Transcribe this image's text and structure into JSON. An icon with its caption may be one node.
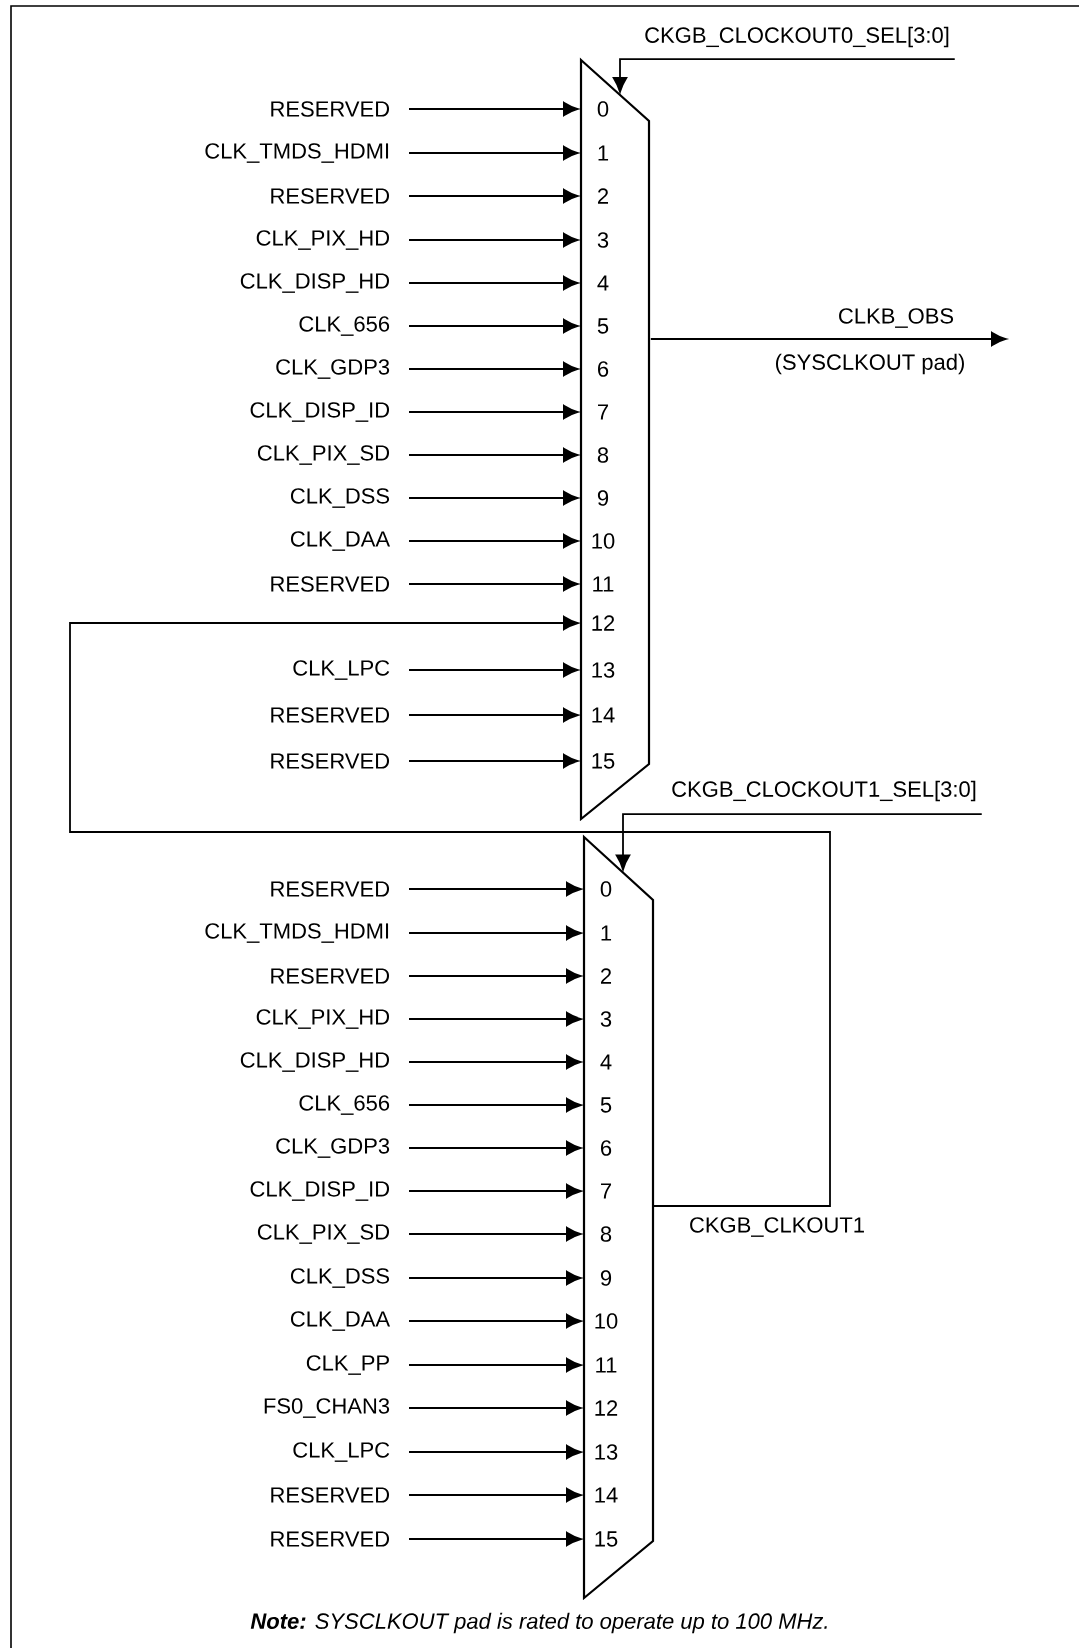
{
  "diagram": {
    "caption": "**Note:** SYSCLKOUT pad is rated to operate up to 100 MHz.",
    "nodes": [
      {
        "text": [
          "CKGB_CLOCKOUT0_SEL[3:0]"
        ]
      },
      {
        "text": [
          "0",
          "1",
          "2",
          "3",
          "4",
          "5",
          "6",
          "7",
          "8",
          "9",
          "10",
          "11",
          "12",
          "13",
          "14",
          "15"
        ]
      },
      {
        "text": [
          "RESERVED"
        ]
      },
      {
        "text": [
          "CLK_TMDS_HDMI"
        ]
      },
      {
        "text": [
          "RESERVED"
        ]
      },
      {
        "text": [
          "CLK_PIX_HD"
        ]
      },
      {
        "text": [
          "CLK_DISP_HD"
        ]
      },
      {
        "text": [
          "CLK_656"
        ]
      },
      {
        "text": [
          "CLK_GDP3"
        ]
      },
      {
        "text": [
          "CLK_DISP_ID"
        ]
      },
      {
        "text": [
          "CLK_PIX_SD"
        ]
      },
      {
        "text": [
          "CLK_DSS"
        ]
      },
      {
        "text": [
          "CLK_DAA"
        ]
      },
      {
        "text": [
          "RESERVED"
        ]
      },
      {
        "text": [
          "CLK_LPC"
        ]
      },
      {
        "text": [
          "RESERVED"
        ]
      },
      {
        "text": [
          "RESERVED"
        ]
      },
      {
        "text": [
          "CKGB_CLOCKOUT1_SEL[3:0]"
        ]
      },
      {
        "text": [
          "0",
          "1",
          "2",
          "3",
          "4",
          "5",
          "6",
          "7",
          "8",
          "9",
          "10",
          "11",
          "12",
          "13",
          "14",
          "15"
        ]
      },
      {
        "text": [
          "RESERVED"
        ]
      },
      {
        "text": [
          "CLK_TMDS_HDMI"
        ]
      },
      {
        "text": [
          "RESERVED"
        ]
      },
      {
        "text": [
          "CLK_PIX_HD"
        ]
      },
      {
        "text": [
          "CLK_DISP_HD"
        ]
      },
      {
        "text": [
          "CLK_656"
        ]
      },
      {
        "text": [
          "CLK_GDP3"
        ]
      },
      {
        "text": [
          "CLK_DISP_ID"
        ]
      },
      {
        "text": [
          "CLK_PIX_SD"
        ]
      },
      {
        "text": [
          "CLK_DSS"
        ]
      },
      {
        "text": [
          "CLK_DAA"
        ]
      },
      {
        "text": [
          "CLK_PP"
        ]
      },
      {
        "text": [
          "FS0_CHAN3"
        ]
      },
      {
        "text": [
          "CLK_LPC"
        ]
      },
      {
        "text": [
          "RESERVED"
        ]
      },
      {
        "text": [
          "RESERVED"
        ]
      }
    ],
    "edges": [
      {
        "from": 0,
        "to": 1,
        "arrow": "to"
      },
      {
        "from": 2,
        "to": 1,
        "arrow": "to"
      },
      {
        "from": 3,
        "to": 1,
        "arrow": "to"
      },
      {
        "from": 4,
        "to": 1,
        "arrow": "to"
      },
      {
        "from": 5,
        "to": 1,
        "arrow": "to"
      },
      {
        "from": 6,
        "to": 1,
        "arrow": "to"
      },
      {
        "from": 7,
        "to": 1,
        "arrow": "to"
      },
      {
        "from": 8,
        "to": 1,
        "arrow": "to"
      },
      {
        "from": 9,
        "to": 1,
        "arrow": "to"
      },
      {
        "from": 10,
        "to": 1,
        "arrow": "to"
      },
      {
        "from": 11,
        "to": 1,
        "arrow": "to"
      },
      {
        "from": 12,
        "to": 1,
        "arrow": "to"
      },
      {
        "from": 13,
        "to": 1,
        "arrow": "to"
      },
      {
        "from": 14,
        "to": 1,
        "arrow": "to"
      },
      {
        "from": 15,
        "to": 1,
        "arrow": "to"
      },
      {
        "from": 16,
        "to": 1,
        "arrow": "to"
      },
      {
        "from": 1,
        "to": null,
        "arrow": "to",
        "label": "CLKB_OBS"
      },
      {
        "from": 18,
        "to": 1,
        "arrow": "to",
        "label": "CKGB_CLKOUT1"
      },
      {
        "from": 17,
        "to": 18,
        "arrow": "to"
      },
      {
        "from": 19,
        "to": 18,
        "arrow": "to"
      },
      {
        "from": 20,
        "to": 18,
        "arrow": "to"
      },
      {
        "from": 21,
        "to": 18,
        "arrow": "to"
      },
      {
        "from": 22,
        "to": 18,
        "arrow": "to"
      },
      {
        "from": 23,
        "to": 18,
        "arrow": "to"
      },
      {
        "from": 24,
        "to": 18,
        "arrow": "to"
      },
      {
        "from": 25,
        "to": 18,
        "arrow": "to"
      },
      {
        "from": 26,
        "to": 18,
        "arrow": "to"
      },
      {
        "from": 27,
        "to": 18,
        "arrow": "to"
      },
      {
        "from": 28,
        "to": 18,
        "arrow": "to"
      },
      {
        "from": 29,
        "to": 18,
        "arrow": "to"
      },
      {
        "from": 30,
        "to": 18,
        "arrow": "to"
      },
      {
        "from": 31,
        "to": 18,
        "arrow": "to"
      },
      {
        "from": 32,
        "to": 18,
        "arrow": "to"
      },
      {
        "from": 33,
        "to": 18,
        "arrow": "to"
      },
      {
        "from": 34,
        "to": 18,
        "arrow": "to"
      }
    ],
    "labels": [
      "(SYSCLKOUT pad)"
    ]
  }
}
